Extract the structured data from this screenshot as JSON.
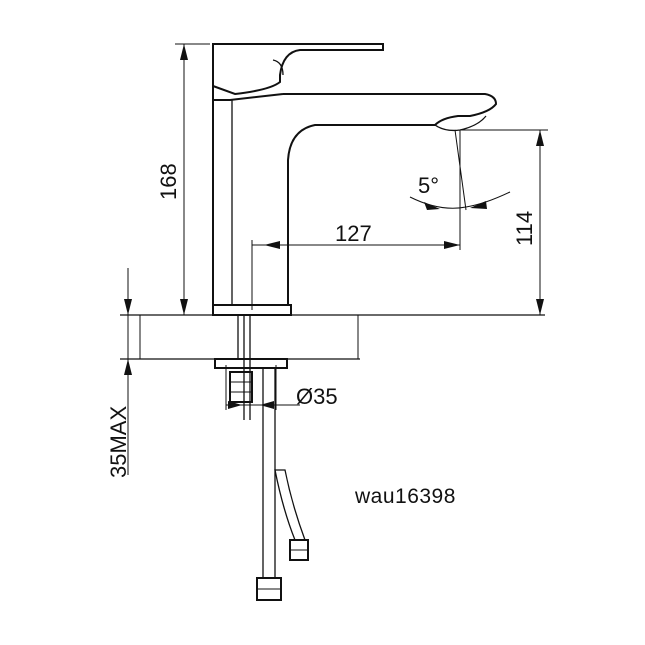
{
  "dimensions": {
    "total_height": "168",
    "spout_reach": "127",
    "spout_height": "114",
    "spout_angle": "5°",
    "hole_diameter": "Ø35",
    "max_deck_thickness": "35MAX"
  },
  "model_code": "wau16398",
  "colors": {
    "line": "#111111",
    "background": "#ffffff"
  }
}
